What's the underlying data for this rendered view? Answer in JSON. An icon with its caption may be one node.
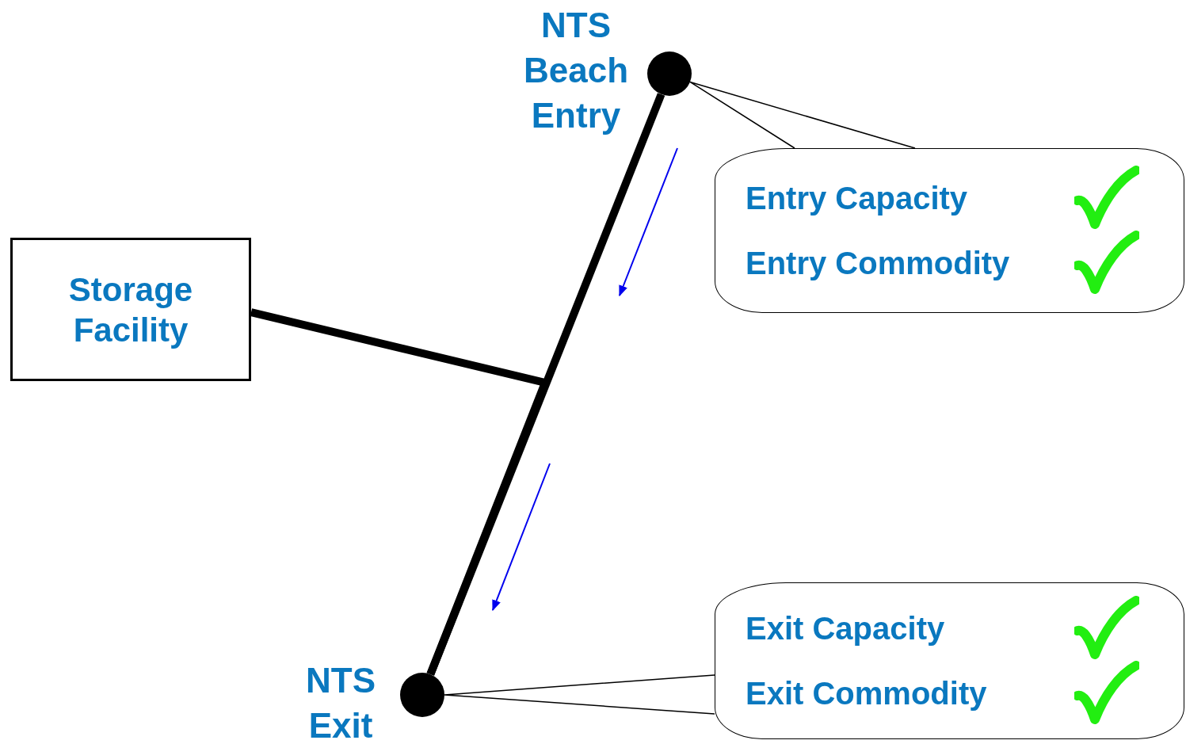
{
  "diagram": {
    "nodes": [
      {
        "text": [
          "NTS Beach Entry"
        ]
      },
      {
        "text": [
          "Storage Facility"
        ]
      },
      {
        "text": [
          "NTS Exit"
        ]
      },
      {
        "text": [
          "Entry Capacity",
          "Entry Commodity"
        ]
      },
      {
        "text": [
          "Exit Capacity",
          "Exit Commodity"
        ]
      }
    ],
    "edges": [
      {
        "from": 0,
        "to": 2,
        "arrow": "none",
        "style": "thick"
      },
      {
        "from": 1,
        "to": 2,
        "arrow": "none",
        "style": "thick"
      },
      {
        "from": 3,
        "to": 0,
        "arrow": "none"
      },
      {
        "from": 4,
        "to": 2,
        "arrow": "none"
      }
    ]
  }
}
